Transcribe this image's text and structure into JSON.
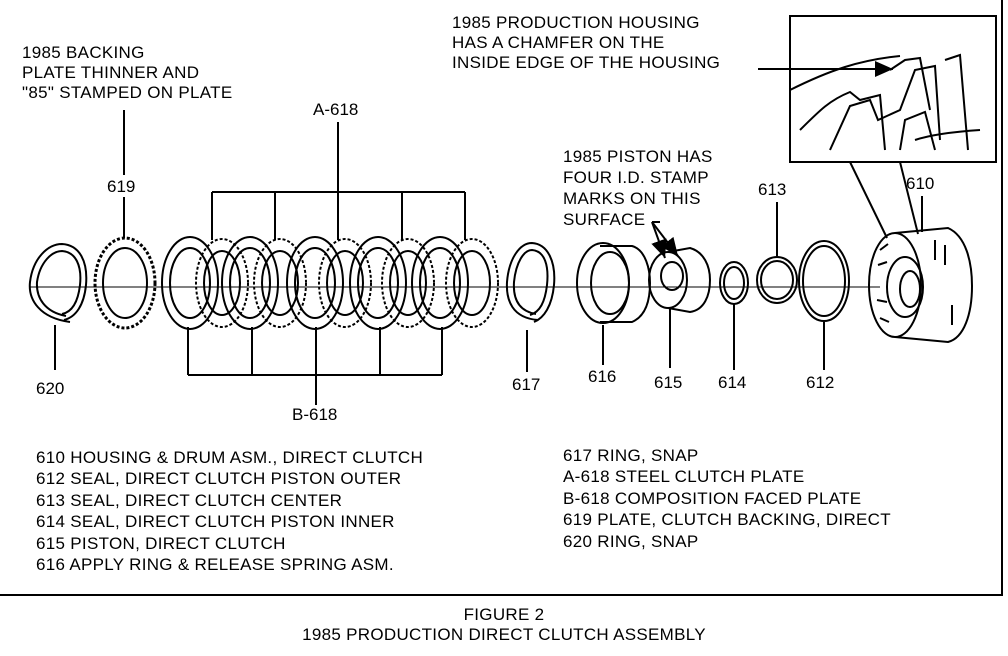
{
  "callouts": {
    "backing_plate": [
      "1985 BACKING",
      "PLATE THINNER AND",
      "\"85\" STAMPED ON PLATE"
    ],
    "housing": [
      "1985 PRODUCTION HOUSING",
      "HAS A CHAMFER ON THE",
      "INSIDE EDGE OF THE HOUSING"
    ],
    "piston": [
      "1985 PISTON HAS",
      "FOUR I.D. STAMP",
      "MARKS ON THIS",
      "SURFACE"
    ]
  },
  "part_labels": {
    "p620": "620",
    "p619": "619",
    "a618": "A-618",
    "b618": "B-618",
    "p617": "617",
    "p616": "616",
    "p615": "615",
    "p614": "614",
    "p613": "613",
    "p612": "612",
    "p610": "610"
  },
  "legend_left": [
    "610 HOUSING & DRUM ASM., DIRECT CLUTCH",
    "612 SEAL, DIRECT CLUTCH PISTON OUTER",
    "613 SEAL, DIRECT CLUTCH CENTER",
    "614 SEAL, DIRECT CLUTCH PISTON INNER",
    "615 PISTON, DIRECT CLUTCH",
    "616 APPLY RING & RELEASE SPRING ASM."
  ],
  "legend_right": [
    "617 RING, SNAP",
    "A-618 STEEL CLUTCH PLATE",
    "B-618 COMPOSITION FACED PLATE",
    "619 PLATE, CLUTCH BACKING, DIRECT",
    "620 RING, SNAP"
  ],
  "caption": {
    "figure": "FIGURE 2",
    "title": "1985 PRODUCTION DIRECT CLUTCH ASSEMBLY"
  }
}
